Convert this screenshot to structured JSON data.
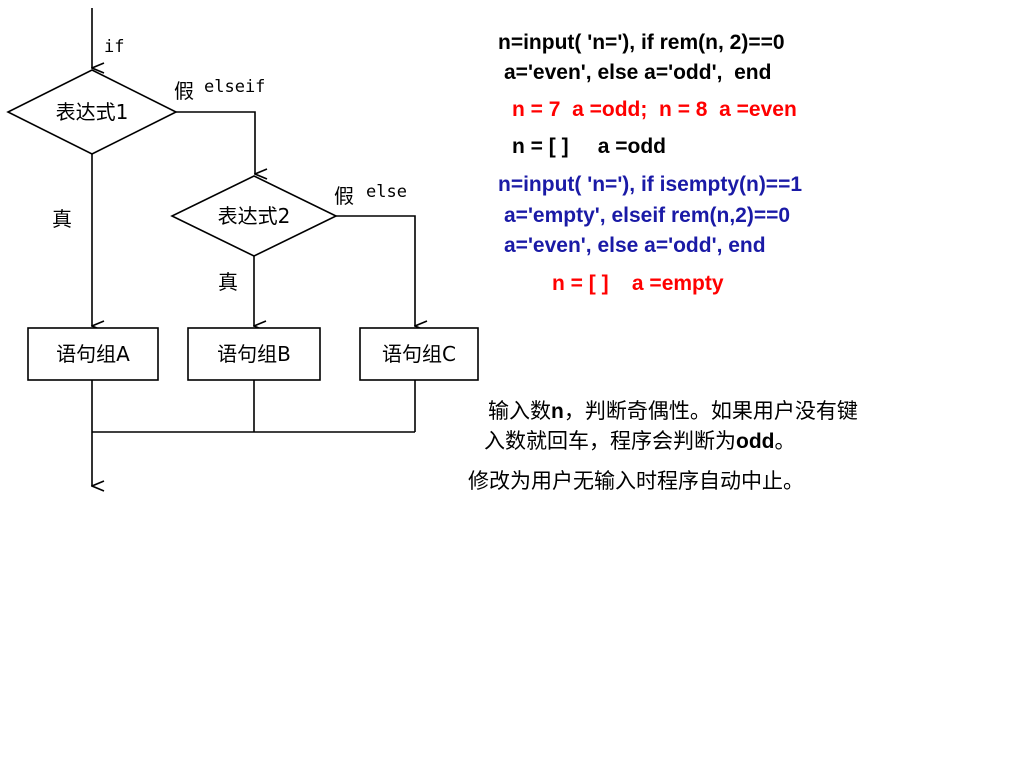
{
  "flowchart": {
    "entry_label": "if",
    "condition1": "表达式1",
    "false1_char": "假",
    "false1_keyword": "elseif",
    "true1": "真",
    "condition2": "表达式2",
    "false2_char": "假",
    "false2_keyword": "else",
    "true2": "真",
    "block_a": "语句组A",
    "block_b": "语句组B",
    "block_c": "语句组C"
  },
  "code": {
    "example1_line1": "n=input( 'n='), if rem(n, 2)==0",
    "example1_line2": "a='even', else a='odd',  end",
    "result1": "n = 7  a =odd;  n = 8  a =even",
    "result2": "n = [ ]     a =odd",
    "example2_line1": "n=input( 'n='), if isempty(n)==1",
    "example2_line2": "a='empty', elseif rem(n,2)==0",
    "example2_line3": "a='even', else a='odd', end",
    "result3": "n = [ ]    a =empty"
  },
  "notes": {
    "line1_prefix": "输入数",
    "line1_var": "n",
    "line1_suffix": "，判断奇偶性。如果用户没有键",
    "line2_prefix": "入数就回车，程序会判断为",
    "line2_word": "odd",
    "line2_suffix": "。",
    "line3": "修改为用户无输入时程序自动中止。"
  },
  "colors": {
    "result_red": "#ff0000",
    "code_blue": "#1a1aa6",
    "line": "#000000"
  }
}
